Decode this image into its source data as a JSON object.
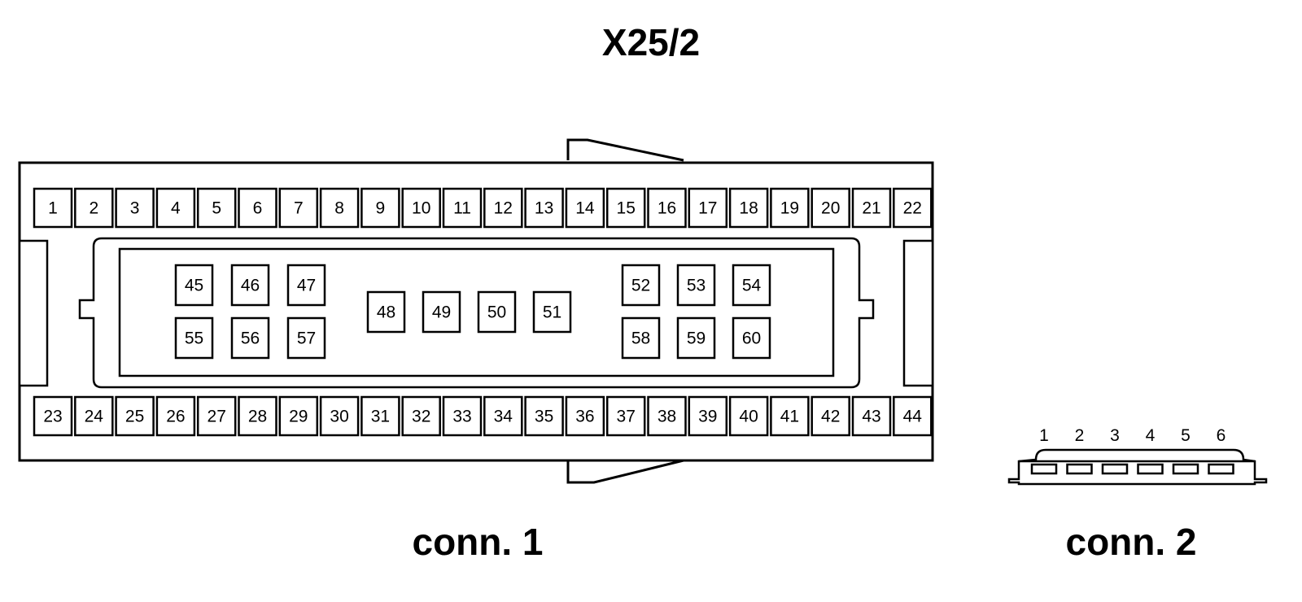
{
  "title": "X25/2",
  "connectors": {
    "conn1": {
      "label": "conn. 1",
      "top_row": [
        "1",
        "2",
        "3",
        "4",
        "5",
        "6",
        "7",
        "8",
        "9",
        "10",
        "11",
        "12",
        "13",
        "14",
        "15",
        "16",
        "17",
        "18",
        "19",
        "20",
        "21",
        "22"
      ],
      "bottom_row": [
        "23",
        "24",
        "25",
        "26",
        "27",
        "28",
        "29",
        "30",
        "31",
        "32",
        "33",
        "34",
        "35",
        "36",
        "37",
        "38",
        "39",
        "40",
        "41",
        "42",
        "43",
        "44"
      ],
      "inner_left_top": [
        "45",
        "46",
        "47"
      ],
      "inner_left_bottom": [
        "55",
        "56",
        "57"
      ],
      "inner_middle": [
        "48",
        "49",
        "50",
        "51"
      ],
      "inner_right_top": [
        "52",
        "53",
        "54"
      ],
      "inner_right_bottom": [
        "58",
        "59",
        "60"
      ]
    },
    "conn2": {
      "label": "conn. 2",
      "pins": [
        "1",
        "2",
        "3",
        "4",
        "5",
        "6"
      ]
    }
  }
}
